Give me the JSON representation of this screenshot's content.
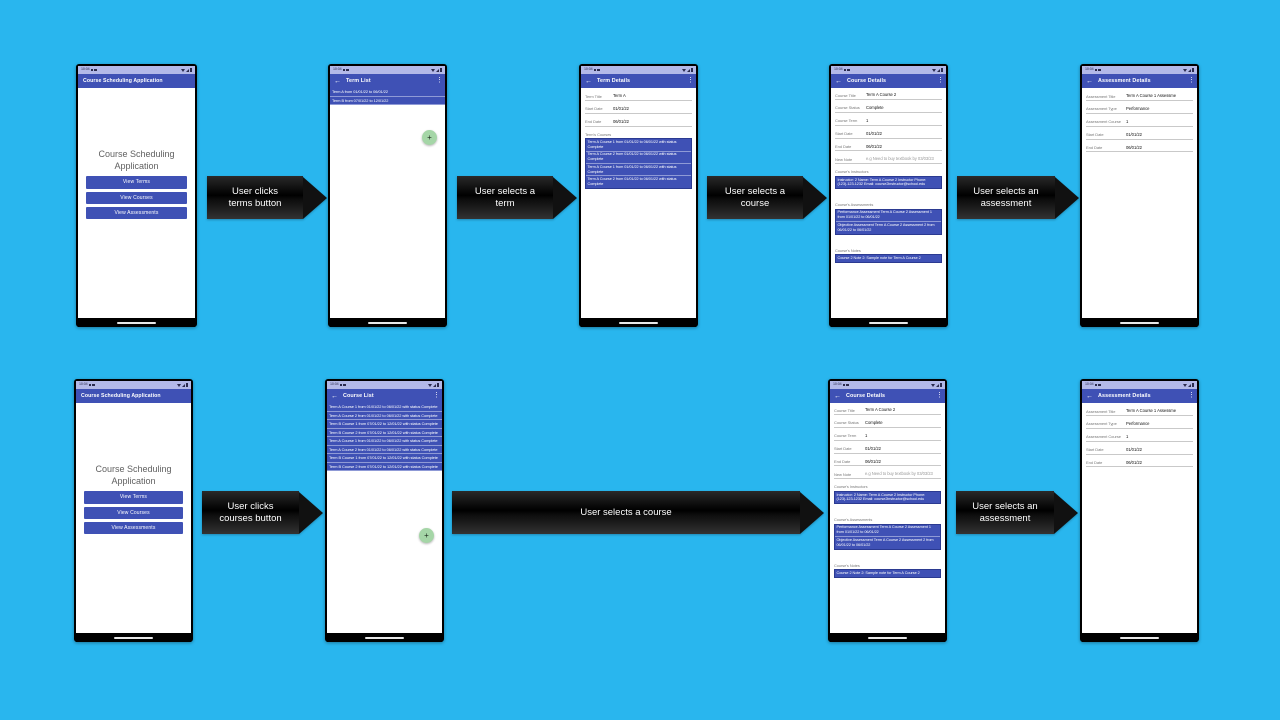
{
  "canvas": {
    "background_color": "#29b6ee"
  },
  "theme": {
    "primary": "#3f51b5",
    "fab": "#a5d6a7",
    "status_bar": "#b3b9e8"
  },
  "status_bar": {
    "time": "10:04",
    "icons": "signal-wifi-battery"
  },
  "screens": {
    "home": {
      "appbar_title": "Course Scheduling Application",
      "heading": "Course Scheduling Application",
      "buttons": [
        "View Terms",
        "View Courses",
        "View Assessments"
      ]
    },
    "term_list": {
      "appbar_title": "Term List",
      "items": [
        "Term A from 01/01/22 to 06/01/22",
        "Term B from 07/01/22 to 12/01/22"
      ],
      "fab_label": "+"
    },
    "term_details": {
      "appbar_title": "Term Details",
      "fields": [
        {
          "label": "Term Title",
          "value": "Term A"
        },
        {
          "label": "Start Date",
          "value": "01/01/22"
        },
        {
          "label": "End Date",
          "value": "06/01/22"
        }
      ],
      "section_label": "Term's Courses",
      "courses": [
        "Term A Course 1 from 01/01/22 to 06/01/22 with status Complete",
        "Term A Course 2 from 01/01/22 to 06/01/22 with status Complete",
        "Term A Course 1 from 01/01/22 to 06/01/22 with status Complete",
        "Term A Course 2 from 01/01/22 to 06/01/22 with status Complete"
      ]
    },
    "course_list": {
      "appbar_title": "Course List",
      "items": [
        "Term A Course 1 from 01/01/22 to 06/01/22 with status Complete",
        "Term A Course 2 from 01/01/22 to 06/01/22 with status Complete",
        "Term B Course 1 from 07/01/22 to 12/01/22 with status Complete",
        "Term B Course 2 from 07/01/22 to 12/01/22 with status Complete",
        "Term A Course 1 from 01/01/22 to 06/01/22 with status Complete",
        "Term A Course 2 from 01/01/22 to 06/01/22 with status Complete",
        "Term B Course 1 from 07/01/22 to 12/01/22 with status Complete",
        "Term B Course 2 from 07/01/22 to 12/01/22 with status Complete"
      ],
      "fab_label": "+"
    },
    "course_details": {
      "appbar_title": "Course Details",
      "fields": [
        {
          "label": "Course Title",
          "value": "Term A Course 2",
          "hint": false
        },
        {
          "label": "Course Status",
          "value": "Complete",
          "hint": false
        },
        {
          "label": "Course Term",
          "value": "1",
          "hint": false
        },
        {
          "label": "Start Date",
          "value": "01/01/22",
          "hint": false
        },
        {
          "label": "End Date",
          "value": "06/01/22",
          "hint": false
        },
        {
          "label": "New Note",
          "value": "e.g Need to buy textbook by 03/03/23",
          "hint": true
        }
      ],
      "instructors_label": "Course's Instructors",
      "instructors": [
        "Instructor: 2 Name: Term A Course 2 Instructor Phone: (123)-123-1232 Email: course2instructor@school.edu"
      ],
      "assessments_label": "Course's Assessments",
      "assessments": [
        "Performance Assessment Term A Course 2 Assessment 1 from 01/01/22 to 06/01/22",
        "Objective Assessment Term A Course 2 Assessment 2 from 06/01/22 to 06/01/22"
      ],
      "notes_label": "Course's Notes",
      "notes": [
        "Course 2 Note 2: Sample note for Term A Course 2"
      ]
    },
    "assessment_details": {
      "appbar_title": "Assessment Details",
      "fields": [
        {
          "label": "Assessment Title",
          "value": "Term A Course 1 Assessme"
        },
        {
          "label": "Assessment Type",
          "value": "Performance"
        },
        {
          "label": "Assessment Course",
          "value": "1"
        },
        {
          "label": "Start Date",
          "value": "01/01/22"
        },
        {
          "label": "End Date",
          "value": "06/01/22"
        }
      ]
    }
  },
  "flow_top": {
    "arrows": [
      "User clicks\nterms button",
      "User selects a\nterm",
      "User selects a\ncourse",
      "User selects an\nassessment"
    ]
  },
  "flow_bottom": {
    "arrows": [
      "User clicks\ncourses  button",
      "User selects a course",
      "User selects an\nassessment"
    ]
  }
}
